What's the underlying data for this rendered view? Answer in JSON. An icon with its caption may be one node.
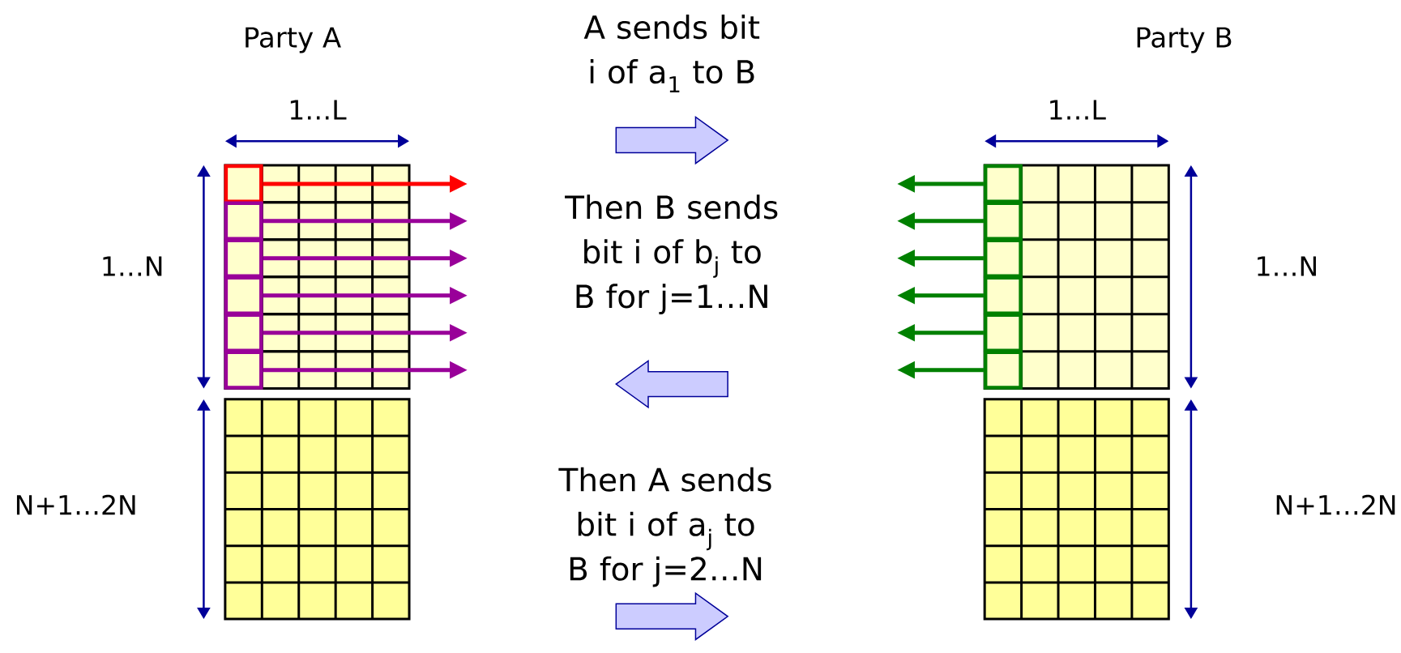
{
  "diagram": {
    "nodes": [
      {
        "text": [],
        "shape": "grid"
      },
      {
        "text": [],
        "shape": "box",
        "in": 0
      },
      {
        "text": [],
        "shape": "box",
        "in": 0
      },
      {
        "text": [],
        "shape": "box",
        "in": 0
      },
      {
        "text": [],
        "shape": "box",
        "in": 0
      },
      {
        "text": [],
        "shape": "box",
        "in": 0
      },
      {
        "text": [],
        "shape": "box",
        "in": 0
      },
      {
        "text": [],
        "shape": "grid"
      },
      {
        "text": [],
        "shape": "grid"
      },
      {
        "text": [],
        "shape": "box",
        "in": 8
      },
      {
        "text": [],
        "shape": "box",
        "in": 8
      },
      {
        "text": [],
        "shape": "box",
        "in": 8
      },
      {
        "text": [],
        "shape": "box",
        "in": 8
      },
      {
        "text": [],
        "shape": "box",
        "in": 8
      },
      {
        "text": [],
        "shape": "box",
        "in": 8
      },
      {
        "text": [],
        "shape": "grid"
      }
    ],
    "edges": [
      {
        "from": 1,
        "to": null,
        "arrow": "to",
        "color": "#ff0000"
      },
      {
        "from": 2,
        "to": null,
        "arrow": "to",
        "color": "#990099"
      },
      {
        "from": 3,
        "to": null,
        "arrow": "to",
        "color": "#990099"
      },
      {
        "from": 4,
        "to": null,
        "arrow": "to",
        "color": "#990099"
      },
      {
        "from": 5,
        "to": null,
        "arrow": "to",
        "color": "#990099"
      },
      {
        "from": 6,
        "to": null,
        "arrow": "to",
        "color": "#990099"
      },
      {
        "from": 9,
        "to": null,
        "arrow": "to",
        "color": "#008000"
      },
      {
        "from": 10,
        "to": null,
        "arrow": "to",
        "color": "#008000"
      },
      {
        "from": 11,
        "to": null,
        "arrow": "to",
        "color": "#008000"
      },
      {
        "from": 12,
        "to": null,
        "arrow": "to",
        "color": "#008000"
      },
      {
        "from": 13,
        "to": null,
        "arrow": "to",
        "color": "#008000"
      },
      {
        "from": 14,
        "to": null,
        "arrow": "to",
        "color": "#008000"
      }
    ],
    "labels": [
      "Party A",
      "A sends bit i of a$_{1}$ to B",
      "Party B",
      "1…L",
      "1…L",
      "Then B sends bit i of b$_{j}$ to B for j=1…N",
      "1…N",
      "1…N",
      "Then A sends bit i of a$_{j}$ to B for j=2…N",
      "N+1…2N",
      "N+1…2N"
    ]
  }
}
